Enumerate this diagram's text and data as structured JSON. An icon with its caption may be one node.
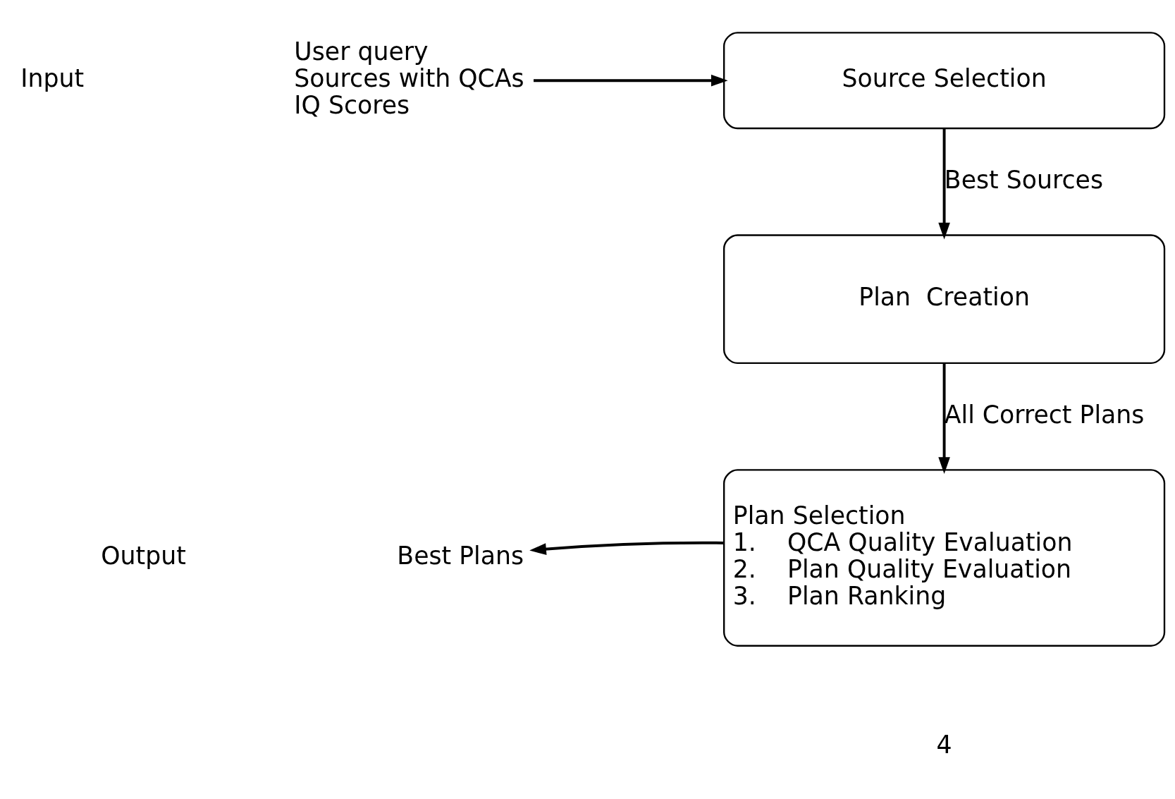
{
  "diagram": {
    "nodes": [
      {
        "text": [
          "User query",
          "Sources with QCAs",
          "IQ Scores"
        ]
      },
      {
        "text": [
          "Source Selection"
        ]
      },
      {
        "text": [
          "Plan  Creation"
        ]
      },
      {
        "text": [
          "Plan Selection",
          "1.    QCA Quality Evaluation",
          "2.    Plan Quality Evaluation",
          "3.    Plan Ranking"
        ]
      },
      {
        "text": [
          "Best Plans"
        ]
      }
    ],
    "edges": [
      {
        "from": 0,
        "to": 1,
        "arrow": "to"
      },
      {
        "from": 1,
        "to": 2,
        "arrow": "to",
        "label": "Best Sources"
      },
      {
        "from": 2,
        "to": 3,
        "arrow": "to",
        "label": "All Correct Plans"
      },
      {
        "from": 3,
        "to": 4,
        "arrow": "to"
      }
    ],
    "labels": [
      "Input",
      "Output",
      "4"
    ]
  }
}
